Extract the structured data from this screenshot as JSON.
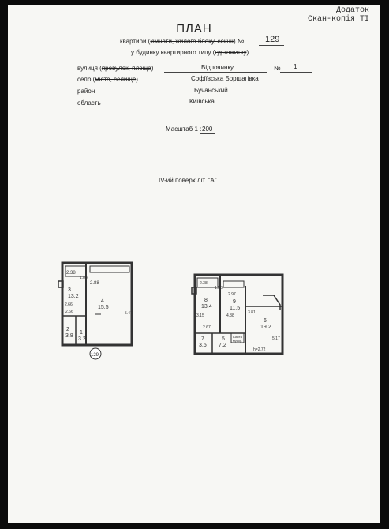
{
  "corner": {
    "line1": "Додаток",
    "line2": "Скан-копія ТІ"
  },
  "header": {
    "title": "ПЛАН",
    "apt_prefix": "квартири (",
    "apt_strike": "кімнати, жилого блоку, секції",
    "apt_suffix": ") №",
    "apt_number": "129",
    "building_prefix": "у будинку квартирного типу (",
    "building_strike": "гуртожитку",
    "building_suffix": ")"
  },
  "address": {
    "street_label": "вулиця (",
    "street_strike": "провулок, площа",
    "street_label_end": ")",
    "street_value": "Відпочинку",
    "number_label": "№",
    "number_value": "1",
    "village_label": "село (",
    "village_strike": "місто, селище",
    "village_label_end": ")",
    "village_value": "Софіївська Борщагівка",
    "district_label": "район",
    "district_value": "Бучанський",
    "region_label": "область",
    "region_value": "Київська"
  },
  "scale": {
    "label": "Масштаб 1 :",
    "value": "200"
  },
  "floor_label": "IV-ий поверх літ. \"А\"",
  "plan_left": {
    "dims": [
      "2.38",
      "1.88",
      "2.88",
      "2.66",
      "2.66",
      "5.47"
    ],
    "rooms": [
      {
        "no": "3",
        "area": "13.2"
      },
      {
        "no": "4",
        "area": "15.5"
      },
      {
        "no": "2",
        "area": "3.8"
      },
      {
        "no": "1",
        "area": "3.2"
      }
    ],
    "marker": "129"
  },
  "plan_right": {
    "dims": [
      "2.38",
      "1.88",
      "2.97",
      "3.15",
      "4.38",
      "2.67",
      "3.81",
      "5.17",
      "h=2.72"
    ],
    "rooms": [
      {
        "no": "8",
        "area": "13.4"
      },
      {
        "no": "9",
        "area": "11.5"
      },
      {
        "no": "6",
        "area": "19.2"
      },
      {
        "no": "7",
        "area": "3.5"
      },
      {
        "no": "5",
        "area": "7.2"
      }
    ],
    "shaft_label_1": "Шахта",
    "shaft_label_2": "мусор."
  }
}
